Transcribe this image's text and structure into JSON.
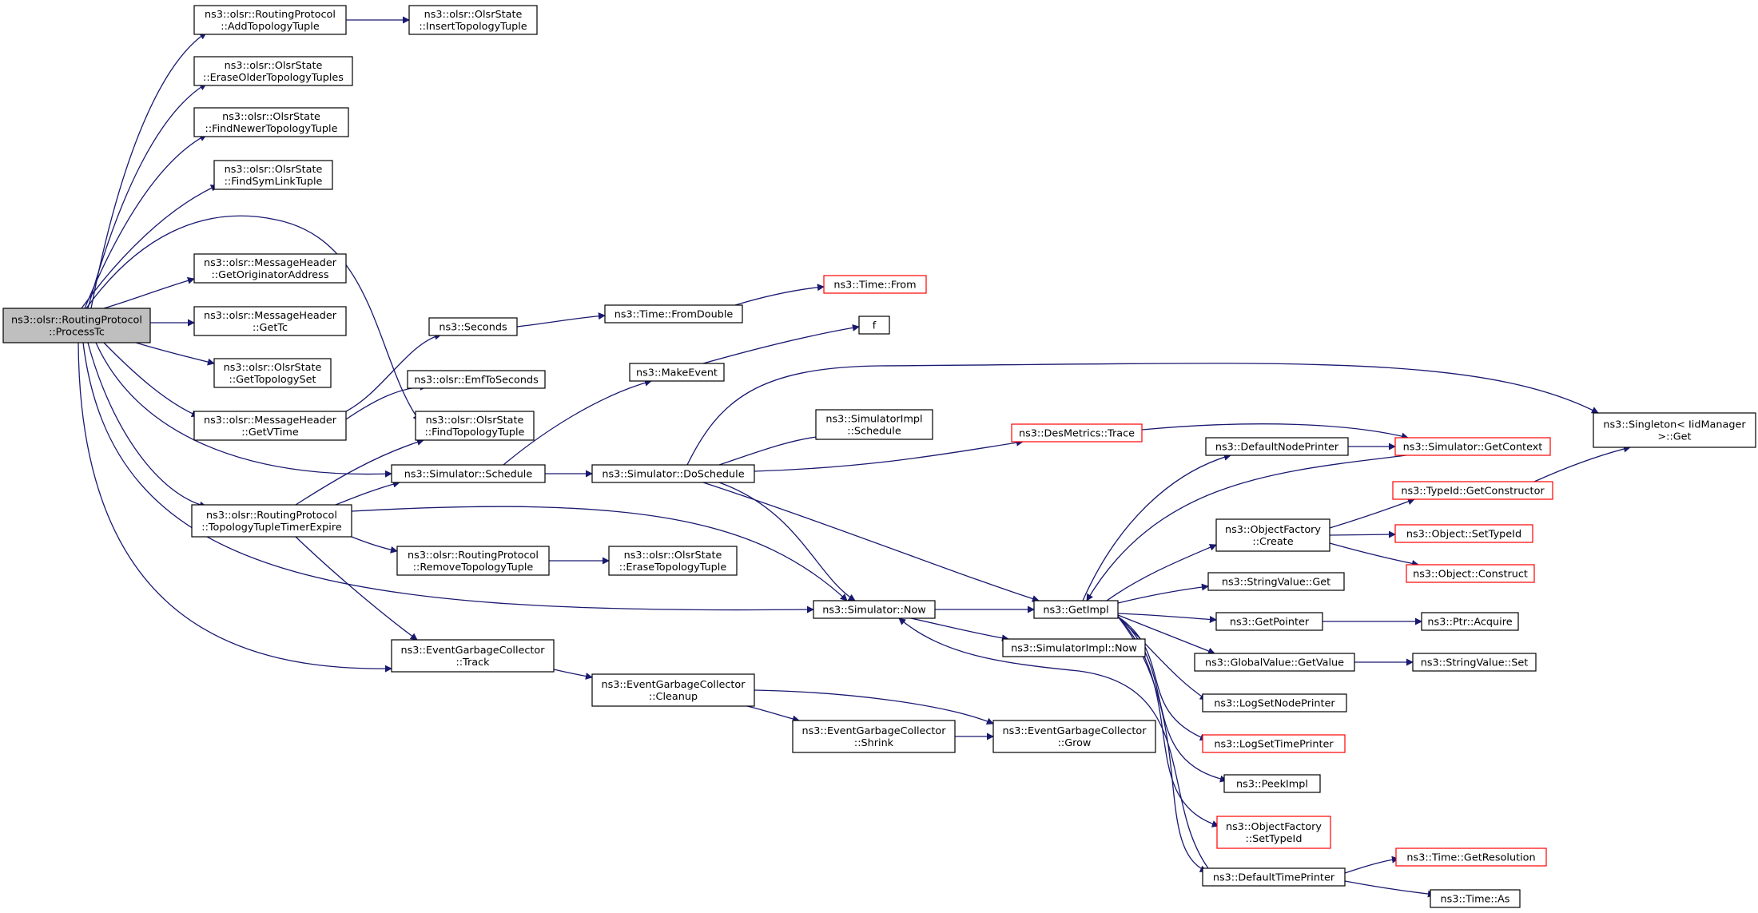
{
  "colors": {
    "edge": "#191970",
    "node_border": "#000000",
    "truncated_border": "#ff0000",
    "root_fill": "#bfbfbf",
    "node_fill": "#ffffff"
  },
  "nodes": [
    {
      "id": "process_tc",
      "lines": [
        "ns3::olsr::RoutingProtocol",
        "::ProcessTc"
      ],
      "style": "root"
    },
    {
      "id": "add_topology_tuple",
      "lines": [
        "ns3::olsr::RoutingProtocol",
        "::AddTopologyTuple"
      ],
      "style": "normal"
    },
    {
      "id": "insert_topology_tuple",
      "lines": [
        "ns3::olsr::OlsrState",
        "::InsertTopologyTuple"
      ],
      "style": "normal"
    },
    {
      "id": "erase_older_topology_tuples",
      "lines": [
        "ns3::olsr::OlsrState",
        "::EraseOlderTopologyTuples"
      ],
      "style": "normal"
    },
    {
      "id": "find_newer_topology_tuple",
      "lines": [
        "ns3::olsr::OlsrState",
        "::FindNewerTopologyTuple"
      ],
      "style": "normal"
    },
    {
      "id": "find_sym_link_tuple",
      "lines": [
        "ns3::olsr::OlsrState",
        "::FindSymLinkTuple"
      ],
      "style": "normal"
    },
    {
      "id": "get_originator_address",
      "lines": [
        "ns3::olsr::MessageHeader",
        "::GetOriginatorAddress"
      ],
      "style": "normal"
    },
    {
      "id": "get_tc",
      "lines": [
        "ns3::olsr::MessageHeader",
        "::GetTc"
      ],
      "style": "normal"
    },
    {
      "id": "get_topology_set",
      "lines": [
        "ns3::olsr::OlsrState",
        "::GetTopologySet"
      ],
      "style": "normal"
    },
    {
      "id": "get_vtime",
      "lines": [
        "ns3::olsr::MessageHeader",
        "::GetVTime"
      ],
      "style": "normal"
    },
    {
      "id": "topology_tuple_timer_expire",
      "lines": [
        "ns3::olsr::RoutingProtocol",
        "::TopologyTupleTimerExpire"
      ],
      "style": "normal"
    },
    {
      "id": "seconds",
      "lines": [
        "ns3::Seconds"
      ],
      "style": "normal"
    },
    {
      "id": "emf_to_seconds",
      "lines": [
        "ns3::olsr::EmfToSeconds"
      ],
      "style": "normal"
    },
    {
      "id": "find_topology_tuple",
      "lines": [
        "ns3::olsr::OlsrState",
        "::FindTopologyTuple"
      ],
      "style": "normal"
    },
    {
      "id": "simulator_schedule",
      "lines": [
        "ns3::Simulator::Schedule"
      ],
      "style": "normal"
    },
    {
      "id": "remove_topology_tuple",
      "lines": [
        "ns3::olsr::RoutingProtocol",
        "::RemoveTopologyTuple"
      ],
      "style": "normal"
    },
    {
      "id": "erase_topology_tuple",
      "lines": [
        "ns3::olsr::OlsrState",
        "::EraseTopologyTuple"
      ],
      "style": "normal"
    },
    {
      "id": "egc_track",
      "lines": [
        "ns3::EventGarbageCollector",
        "::Track"
      ],
      "style": "normal"
    },
    {
      "id": "egc_cleanup",
      "lines": [
        "ns3::EventGarbageCollector",
        "::Cleanup"
      ],
      "style": "normal"
    },
    {
      "id": "egc_shrink",
      "lines": [
        "ns3::EventGarbageCollector",
        "::Shrink"
      ],
      "style": "normal"
    },
    {
      "id": "egc_grow",
      "lines": [
        "ns3::EventGarbageCollector",
        "::Grow"
      ],
      "style": "normal"
    },
    {
      "id": "time_from_double",
      "lines": [
        "ns3::Time::FromDouble"
      ],
      "style": "normal"
    },
    {
      "id": "time_from",
      "lines": [
        "ns3::Time::From"
      ],
      "style": "truncated"
    },
    {
      "id": "f",
      "lines": [
        "f"
      ],
      "style": "normal"
    },
    {
      "id": "make_event",
      "lines": [
        "ns3::MakeEvent"
      ],
      "style": "normal"
    },
    {
      "id": "simulator_impl_schedule",
      "lines": [
        "ns3::SimulatorImpl",
        "::Schedule"
      ],
      "style": "normal"
    },
    {
      "id": "simulator_do_schedule",
      "lines": [
        "ns3::Simulator::DoSchedule"
      ],
      "style": "normal"
    },
    {
      "id": "des_metrics_trace",
      "lines": [
        "ns3::DesMetrics::Trace"
      ],
      "style": "truncated"
    },
    {
      "id": "simulator_get_context",
      "lines": [
        "ns3::Simulator::GetContext"
      ],
      "style": "truncated"
    },
    {
      "id": "singleton_get",
      "lines": [
        "ns3::Singleton< IidManager",
        " >::Get"
      ],
      "style": "normal"
    },
    {
      "id": "default_node_printer",
      "lines": [
        "ns3::DefaultNodePrinter"
      ],
      "style": "normal"
    },
    {
      "id": "typeid_get_constructor",
      "lines": [
        "ns3::TypeId::GetConstructor"
      ],
      "style": "truncated"
    },
    {
      "id": "object_factory_create",
      "lines": [
        "ns3::ObjectFactory",
        "::Create"
      ],
      "style": "normal"
    },
    {
      "id": "object_set_type_id",
      "lines": [
        "ns3::Object::SetTypeId"
      ],
      "style": "truncated"
    },
    {
      "id": "object_construct",
      "lines": [
        "ns3::Object::Construct"
      ],
      "style": "truncated"
    },
    {
      "id": "string_value_get",
      "lines": [
        "ns3::StringValue::Get"
      ],
      "style": "normal"
    },
    {
      "id": "simulator_now",
      "lines": [
        "ns3::Simulator::Now"
      ],
      "style": "normal"
    },
    {
      "id": "get_impl",
      "lines": [
        "ns3::GetImpl"
      ],
      "style": "normal"
    },
    {
      "id": "get_pointer",
      "lines": [
        "ns3::GetPointer"
      ],
      "style": "normal"
    },
    {
      "id": "ptr_acquire",
      "lines": [
        "ns3::Ptr::Acquire"
      ],
      "style": "normal"
    },
    {
      "id": "simulator_impl_now",
      "lines": [
        "ns3::SimulatorImpl::Now"
      ],
      "style": "normal"
    },
    {
      "id": "global_value_get_value",
      "lines": [
        "ns3::GlobalValue::GetValue"
      ],
      "style": "normal"
    },
    {
      "id": "string_value_set",
      "lines": [
        "ns3::StringValue::Set"
      ],
      "style": "normal"
    },
    {
      "id": "log_set_node_printer",
      "lines": [
        "ns3::LogSetNodePrinter"
      ],
      "style": "normal"
    },
    {
      "id": "log_set_time_printer",
      "lines": [
        "ns3::LogSetTimePrinter"
      ],
      "style": "truncated"
    },
    {
      "id": "peek_impl",
      "lines": [
        "ns3::PeekImpl"
      ],
      "style": "normal"
    },
    {
      "id": "object_factory_set_type_id",
      "lines": [
        "ns3::ObjectFactory",
        "::SetTypeId"
      ],
      "style": "truncated"
    },
    {
      "id": "time_get_resolution",
      "lines": [
        "ns3::Time::GetResolution"
      ],
      "style": "truncated"
    },
    {
      "id": "default_time_printer",
      "lines": [
        "ns3::DefaultTimePrinter"
      ],
      "style": "normal"
    },
    {
      "id": "time_as",
      "lines": [
        "ns3::Time::As"
      ],
      "style": "normal"
    }
  ],
  "edges": [
    {
      "from": "process_tc",
      "to": "add_topology_tuple"
    },
    {
      "from": "process_tc",
      "to": "erase_older_topology_tuples"
    },
    {
      "from": "process_tc",
      "to": "find_newer_topology_tuple"
    },
    {
      "from": "process_tc",
      "to": "find_sym_link_tuple"
    },
    {
      "from": "process_tc",
      "to": "find_topology_tuple"
    },
    {
      "from": "process_tc",
      "to": "get_originator_address"
    },
    {
      "from": "process_tc",
      "to": "get_tc"
    },
    {
      "from": "process_tc",
      "to": "get_topology_set"
    },
    {
      "from": "process_tc",
      "to": "get_vtime"
    },
    {
      "from": "process_tc",
      "to": "simulator_schedule"
    },
    {
      "from": "process_tc",
      "to": "topology_tuple_timer_expire"
    },
    {
      "from": "process_tc",
      "to": "simulator_now"
    },
    {
      "from": "process_tc",
      "to": "egc_track"
    },
    {
      "from": "add_topology_tuple",
      "to": "insert_topology_tuple"
    },
    {
      "from": "get_vtime",
      "to": "seconds"
    },
    {
      "from": "get_vtime",
      "to": "emf_to_seconds"
    },
    {
      "from": "topology_tuple_timer_expire",
      "to": "find_topology_tuple"
    },
    {
      "from": "topology_tuple_timer_expire",
      "to": "simulator_schedule"
    },
    {
      "from": "topology_tuple_timer_expire",
      "to": "simulator_now"
    },
    {
      "from": "topology_tuple_timer_expire",
      "to": "remove_topology_tuple"
    },
    {
      "from": "topology_tuple_timer_expire",
      "to": "egc_track"
    },
    {
      "from": "seconds",
      "to": "time_from_double"
    },
    {
      "from": "time_from_double",
      "to": "time_from"
    },
    {
      "from": "simulator_schedule",
      "to": "make_event"
    },
    {
      "from": "simulator_schedule",
      "to": "simulator_do_schedule"
    },
    {
      "from": "make_event",
      "to": "f"
    },
    {
      "from": "remove_topology_tuple",
      "to": "erase_topology_tuple"
    },
    {
      "from": "egc_track",
      "to": "egc_cleanup"
    },
    {
      "from": "egc_cleanup",
      "to": "egc_shrink"
    },
    {
      "from": "egc_cleanup",
      "to": "egc_grow"
    },
    {
      "from": "egc_shrink",
      "to": "egc_grow"
    },
    {
      "from": "simulator_do_schedule",
      "to": "singleton_get"
    },
    {
      "from": "simulator_do_schedule",
      "to": "simulator_impl_schedule"
    },
    {
      "from": "simulator_do_schedule",
      "to": "des_metrics_trace"
    },
    {
      "from": "simulator_do_schedule",
      "to": "simulator_now"
    },
    {
      "from": "simulator_do_schedule",
      "to": "get_impl"
    },
    {
      "from": "des_metrics_trace",
      "to": "simulator_get_context"
    },
    {
      "from": "simulator_get_context",
      "to": "get_impl"
    },
    {
      "from": "default_node_printer",
      "to": "simulator_get_context"
    },
    {
      "from": "get_impl",
      "to": "default_node_printer"
    },
    {
      "from": "get_impl",
      "to": "object_factory_create"
    },
    {
      "from": "get_impl",
      "to": "string_value_get"
    },
    {
      "from": "get_impl",
      "to": "get_pointer"
    },
    {
      "from": "get_impl",
      "to": "global_value_get_value"
    },
    {
      "from": "get_impl",
      "to": "log_set_node_printer"
    },
    {
      "from": "get_impl",
      "to": "log_set_time_printer"
    },
    {
      "from": "get_impl",
      "to": "peek_impl"
    },
    {
      "from": "get_impl",
      "to": "object_factory_set_type_id"
    },
    {
      "from": "get_impl",
      "to": "default_time_printer"
    },
    {
      "from": "object_factory_create",
      "to": "typeid_get_constructor"
    },
    {
      "from": "object_factory_create",
      "to": "object_set_type_id"
    },
    {
      "from": "object_factory_create",
      "to": "object_construct"
    },
    {
      "from": "typeid_get_constructor",
      "to": "singleton_get"
    },
    {
      "from": "get_pointer",
      "to": "ptr_acquire"
    },
    {
      "from": "global_value_get_value",
      "to": "string_value_set"
    },
    {
      "from": "simulator_now",
      "to": "get_impl"
    },
    {
      "from": "simulator_now",
      "to": "simulator_impl_now"
    },
    {
      "from": "default_time_printer",
      "to": "simulator_now"
    },
    {
      "from": "default_time_printer",
      "to": "time_get_resolution"
    },
    {
      "from": "default_time_printer",
      "to": "time_as"
    }
  ]
}
